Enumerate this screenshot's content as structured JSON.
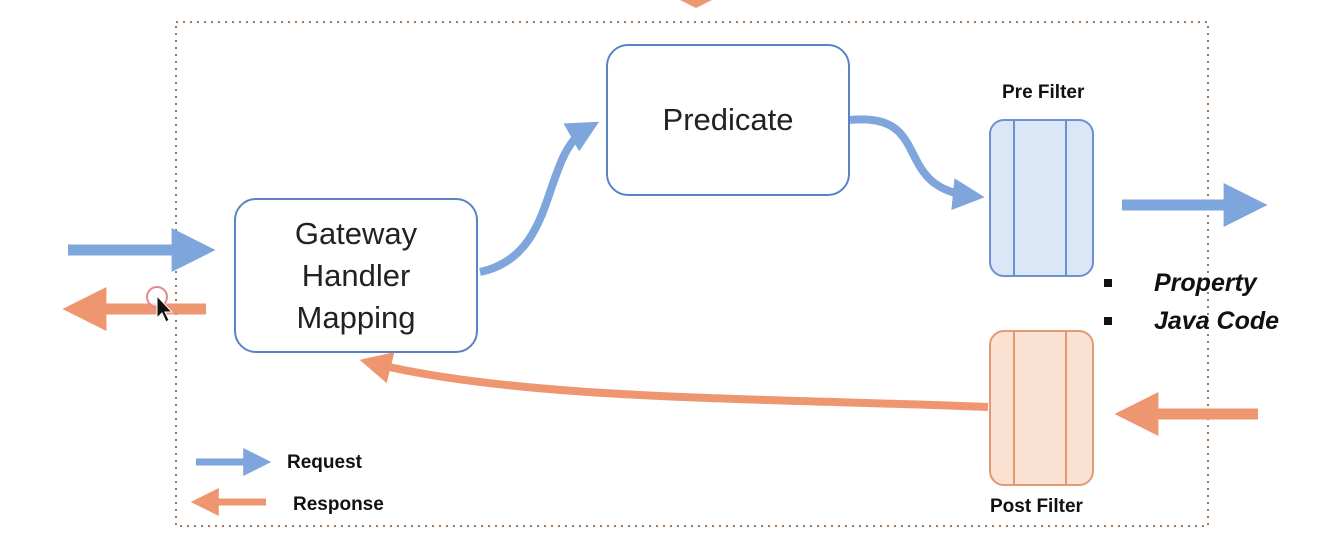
{
  "diagram": {
    "nodes": {
      "gateway_handler_mapping": "Gateway\nHandler\nMapping",
      "predicate": "Predicate"
    },
    "filters": {
      "pre_filter_label": "Pre Filter",
      "post_filter_label": "Post Filter"
    },
    "bullets": [
      "Property",
      "Java Code"
    ],
    "legend": {
      "request_label": "Request",
      "response_label": "Response"
    },
    "colors": {
      "request": "#7ea6dc",
      "response": "#ee9670",
      "node_border": "#5b82c2",
      "pre_filter_fill": "#dbe6f6",
      "pre_filter_border": "#6b92cf",
      "post_filter_fill": "#fbe1d2",
      "post_filter_border": "#e29a74",
      "frame": "#a07a5e"
    }
  }
}
